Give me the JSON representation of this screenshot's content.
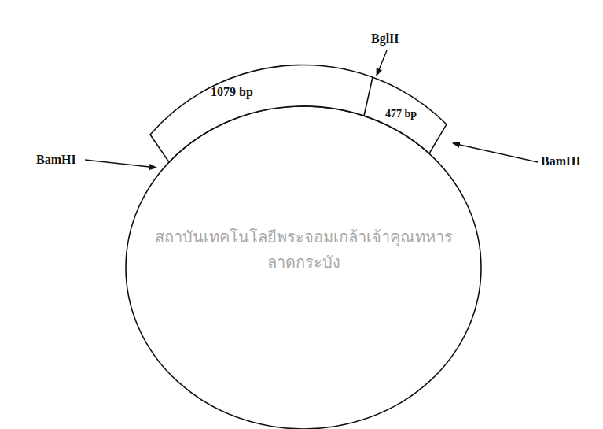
{
  "diagram": {
    "labels": [
      "BglII",
      "1079 bp",
      "477 bp",
      "BamHI",
      "BamHI",
      "สถาบันเทคโนโลยีพระจอมเกล้าเจ้าคุณทหารลาดกระบัง"
    ]
  }
}
